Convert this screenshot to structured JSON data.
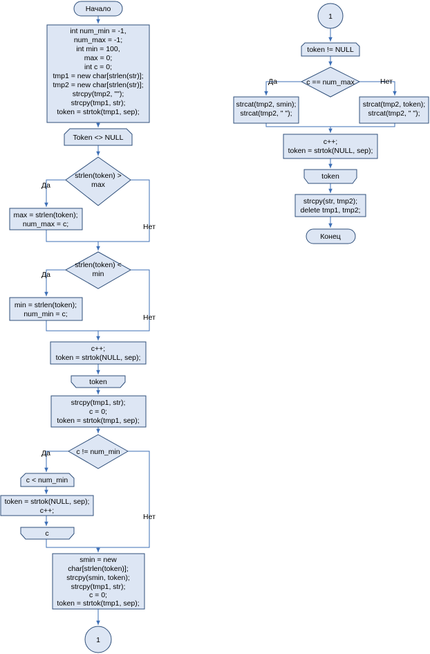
{
  "colors": {
    "shape_fill": "#dde6f4",
    "shape_stroke": "#2f4f7a",
    "connector": "#3d6fb6"
  },
  "left": {
    "start": "Начало",
    "init": [
      "int num_min = -1,",
      "num_max = -1;",
      "int min = 100,",
      "max = 0;",
      "int c = 0;",
      "tmp1 = new char[strlen(str)];",
      "tmp2 = new char[strlen(str)];",
      "strcpy(tmp2, \"\");",
      "strcpy(tmp1, str);",
      "token = strtok(tmp1, sep);"
    ],
    "loop1_start": "Token <> NULL",
    "cond_max": [
      "strlen(token) >",
      "max"
    ],
    "yes_1": "Да",
    "no_1": "Нет",
    "set_max": [
      "max = strlen(token);",
      "num_max = c;"
    ],
    "cond_min": [
      "strlen(token) <",
      "min"
    ],
    "yes_2": "Да",
    "no_2": "Нет",
    "set_min": [
      "min = strlen(token);",
      "num_min = c;"
    ],
    "step1": [
      "c++;",
      "token = strtok(NULL, sep);"
    ],
    "loop1_end": "token",
    "reset": [
      "strcpy(tmp1, str);",
      "c = 0;",
      "token = strtok(tmp1, sep);"
    ],
    "cond_numin": "c != num_min",
    "yes_3": "Да",
    "no_3": "Нет",
    "loop2_start": "c < num_min",
    "loop2_body": [
      "token = strtok(NULL, sep);",
      "c++;"
    ],
    "loop2_end": "c",
    "smin_block": [
      "smin = new",
      "char[strlen(token)];",
      "strcpy(smin, token);",
      "strcpy(tmp1, str);",
      "c = 0;",
      "token = strtok(tmp1, sep);"
    ],
    "connector_out": "1"
  },
  "right": {
    "connector_in": "1",
    "loop_start": "token != NULL",
    "cond": "c == num_max",
    "yes": "Да",
    "no": "Нет",
    "yes_block": [
      "strcat(tmp2, smin);",
      "strcat(tmp2, \" \");"
    ],
    "no_block": [
      "strcat(tmp2, token);",
      "strcat(tmp2, \" \");"
    ],
    "step": [
      "c++;",
      "token = strtok(NULL, sep);"
    ],
    "loop_end": "token",
    "final": [
      "strcpy(str, tmp2);",
      "delete tmp1, tmp2;"
    ],
    "end": "Конец"
  }
}
